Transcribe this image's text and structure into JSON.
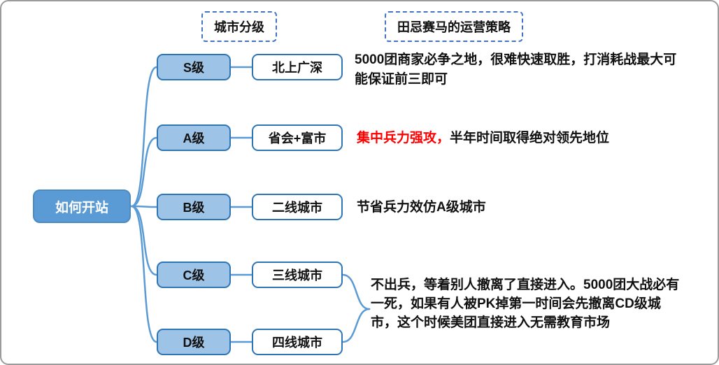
{
  "headers": {
    "column_left": "城市分级",
    "column_right": "田忌赛马的运营策略"
  },
  "root": {
    "label": "如何开站"
  },
  "rows": [
    {
      "level": "S级",
      "city": "北上广深",
      "desc": "5000团商家必争之地，很难快速取胜，打消耗战最大可能保证前三即可"
    },
    {
      "level": "A级",
      "city": "省会+富市",
      "desc_highlight": "集中兵力强攻，",
      "desc": "半年时间取得绝对领先地位"
    },
    {
      "level": "B级",
      "city": "二线城市",
      "desc": "节省兵力效仿A级城市"
    },
    {
      "level": "C级",
      "city": "三线城市"
    },
    {
      "level": "D级",
      "city": "四线城市"
    }
  ],
  "cd_note": "不出兵，等着别人撤离了直接进入。5000团大战必有一死，如果有人被PK掉第一时间会先撤离CD级城市，这个时候美团直接进入无需教育市场",
  "colors": {
    "node_fill": "#9DC3E6",
    "node_border": "#2E75B6",
    "root_fill": "#5B9BD5",
    "connector": "#5B9BD5",
    "dashed_border": "#4472C4",
    "highlight_red": "#FF0000",
    "frame_border": "#9B9B9B"
  }
}
